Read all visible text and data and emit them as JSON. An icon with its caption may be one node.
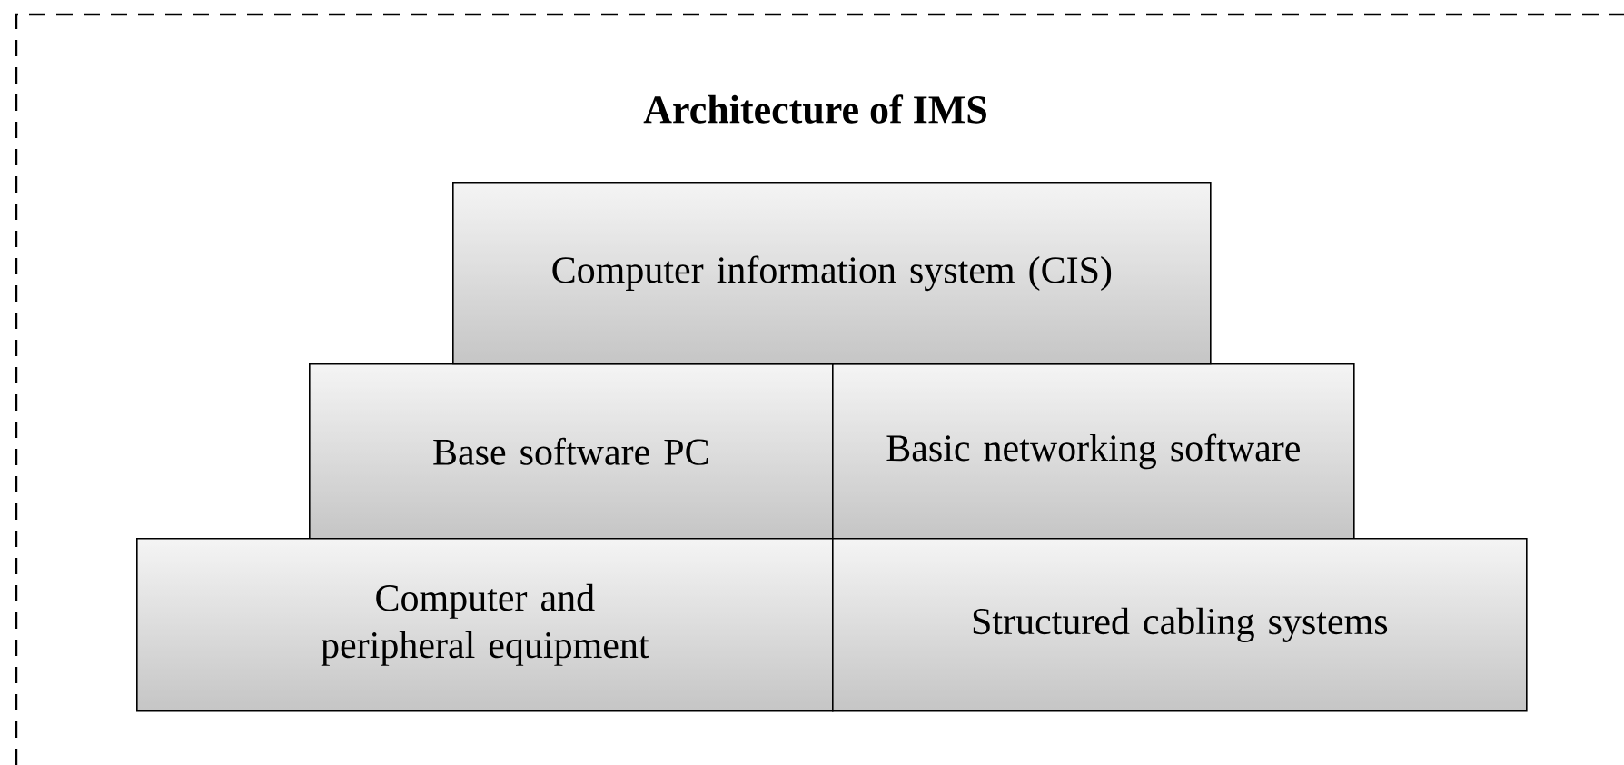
{
  "diagram": {
    "title": "Architecture of IMS",
    "nodes": [
      {
        "text": [
          "Computer information system (CIS)"
        ]
      },
      {
        "text": [
          "Base software PC"
        ]
      },
      {
        "text": [
          "Basic networking software"
        ]
      },
      {
        "text": [
          "Computer and peripheral equipment"
        ]
      },
      {
        "text": [
          "Structured cabling systems"
        ]
      }
    ]
  }
}
